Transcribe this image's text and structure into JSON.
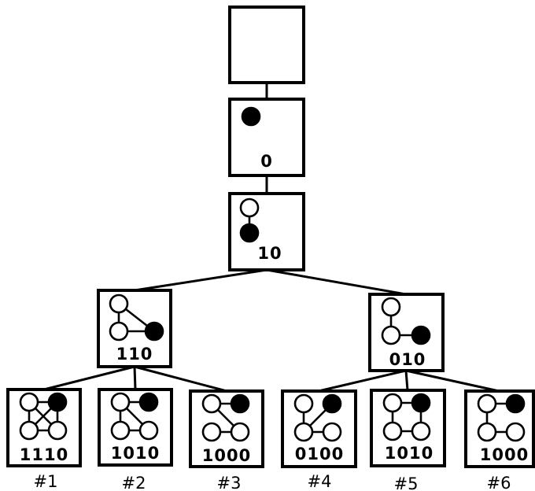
{
  "nodes": {
    "root": {
      "code": ""
    },
    "level1": {
      "code": "0"
    },
    "level2": {
      "code": "10"
    },
    "left_branch": {
      "code": "110"
    },
    "right_branch": {
      "code": "010"
    },
    "leaves": [
      {
        "code": "1110",
        "caption": "#1"
      },
      {
        "code": "1010",
        "caption": "#2"
      },
      {
        "code": "1000",
        "caption": "#3"
      },
      {
        "code": "0100",
        "caption": "#4"
      },
      {
        "code": "1010",
        "caption": "#5"
      },
      {
        "code": "1000",
        "caption": "#6"
      }
    ]
  },
  "colors": {
    "line": "#000000",
    "fill_black": "#000000",
    "fill_white": "#ffffff"
  }
}
